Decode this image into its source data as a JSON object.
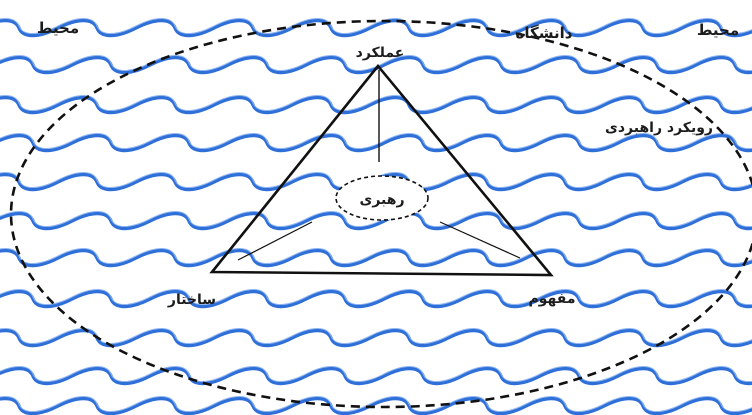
{
  "labels": {
    "environment_left": "محیط",
    "environment_right": "محیط",
    "university": "دانشگاه",
    "strategic_approach": "رویکرد راهبردی",
    "performance": "عملکرد",
    "leadership": "رهبری",
    "structure": "ساختار",
    "concept": "مفهوم"
  },
  "colors": {
    "waves": "#2f6fd8",
    "lines": "#111111",
    "text": "#1c1c1c",
    "background": "#ffffff"
  }
}
